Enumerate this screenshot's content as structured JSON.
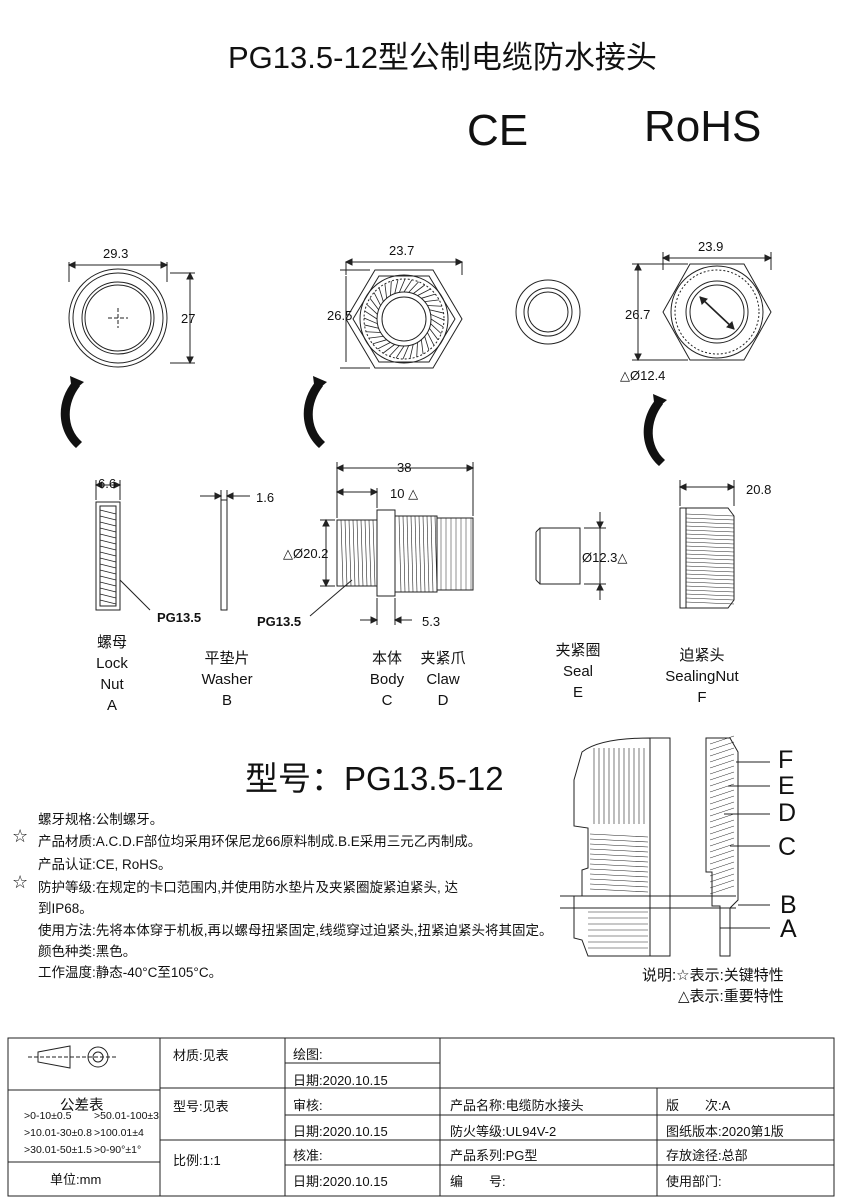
{
  "title": "PG13.5-12型公制电缆防水接头",
  "certifications": [
    "CE",
    "RoHS"
  ],
  "dimensions": {
    "lock_nut_width": "29.3",
    "lock_nut_height": "27",
    "body_width": "23.7",
    "body_height": "26.5",
    "sealing_nut_width": "23.9",
    "sealing_nut_height": "26.7",
    "sealing_bore": "△Ø12.4",
    "lock_nut_thickness": "6.6",
    "washer_thickness": "1.6",
    "body_length": "38",
    "body_thread_length": "10 △",
    "body_thread_dia": "△Ø20.2",
    "body_step": "5.3",
    "seal_dia": "Ø12.3△",
    "sealing_nut_length": "20.8",
    "thread_label_a": "PG13.5",
    "thread_label_c": "PG13.5"
  },
  "parts": [
    {
      "cn": "螺母",
      "en1": "Lock",
      "en2": "Nut",
      "code": "A"
    },
    {
      "cn": "平垫片",
      "en1": "Washer",
      "en2": "",
      "code": "B"
    },
    {
      "cn": "本体",
      "en1": "Body",
      "en2": "",
      "code": "C"
    },
    {
      "cn": "夹紧爪",
      "en1": "Claw",
      "en2": "",
      "code": "D"
    },
    {
      "cn": "夹紧圈",
      "en1": "Seal",
      "en2": "",
      "code": "E"
    },
    {
      "cn": "迫紧头",
      "en1": "SealingNut",
      "en2": "",
      "code": "F"
    }
  ],
  "model_label": "型号：PG13.5-12",
  "specs": {
    "thread": "螺牙规格:公制螺牙。",
    "material": "产品材质:A.C.D.F部位均采用环保尼龙66原料制成.B.E采用三元乙丙制成。",
    "certification": "产品认证:CE, RoHS。",
    "protection_1": "防护等级:在规定的卡口范围内,并使用防水垫片及夹紧圈旋紧迫紧头, 达",
    "protection_2": "到IP68。",
    "usage": "使用方法:先将本体穿于机板,再以螺母扭紧固定,线缆穿过迫紧头,扭紧迫紧头将其固定。",
    "color": "颜色种类:黑色。",
    "temperature": "工作温度:静态-40°C至105°C。",
    "star": "☆"
  },
  "section_letters": [
    "F",
    "E",
    "D",
    "C",
    "B",
    "A"
  ],
  "legend": {
    "line1": "说明:☆表示:关键特性",
    "line2": "△表示:重要特性"
  },
  "title_block": {
    "tolerance_title": "公差表",
    "tol_1a": ">0-10±0.5",
    "tol_1b": ">50.01-100±3",
    "tol_2a": ">10.01-30±0.8",
    "tol_2b": ">100.01±4",
    "tol_3a": ">30.01-50±1.5",
    "tol_3b": ">0-90°±1°",
    "unit": "单位:mm",
    "material": "材质:见表",
    "model": "型号:见表",
    "scale": "比例:1:1",
    "drawn": "绘图:",
    "date_1": "日期:2020.10.15",
    "review": "审核:",
    "date_2": "日期:2020.10.15",
    "approve": "核准:",
    "date_3": "日期:2020.10.15",
    "product_name": "产品名称:电缆防水接头",
    "fire_rating": "防火等级:UL94V-2",
    "series": "产品系列:PG型",
    "number": "编　　号:",
    "revision": "版　　次:A",
    "drawing_version": "图纸版本:2020第1版",
    "storage": "存放途径:总部",
    "department": "使用部门:"
  }
}
